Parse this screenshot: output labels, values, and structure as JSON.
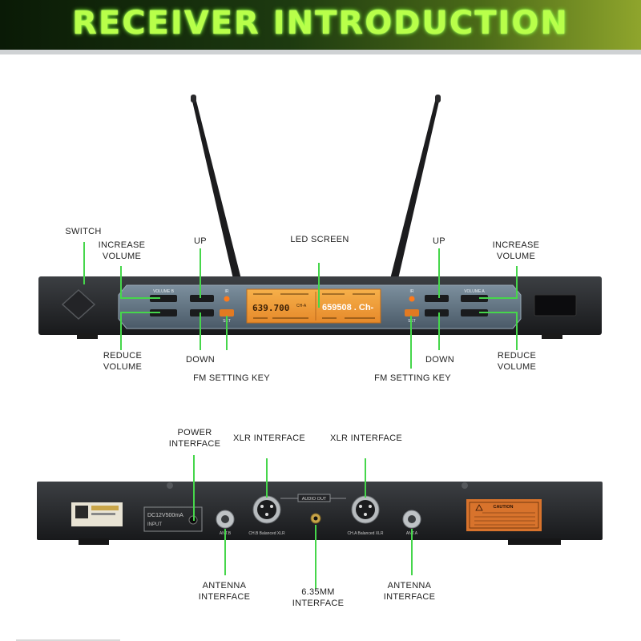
{
  "banner": {
    "title": "RECEIVER INTRODUCTION"
  },
  "front": {
    "labels": {
      "switch": "SWITCH",
      "inc_left": "INCREASE\nVOLUME",
      "up_left": "UP",
      "led": "LED SCREEN",
      "up_right": "UP",
      "inc_right": "INCREASE\nVOLUME",
      "red_left": "REDUCE\nVOLUME",
      "down_left": "DOWN",
      "fm_left": "FM SETTING KEY",
      "fm_right": "FM SETTING KEY",
      "down_right": "DOWN",
      "red_right": "REDUCE\nVOLUME"
    },
    "panel": {
      "vol_b": "VOLUME B",
      "vol_a": "VOLUME A",
      "ir": "IR",
      "set": "SET",
      "lcd_left_freq": "639.700",
      "lcd_left_ch": "CH-A",
      "lcd_right": "659508 . Ch-"
    }
  },
  "rear": {
    "labels": {
      "power": "POWER\nINTERFACE",
      "xlr_left": "XLR INTERFACE",
      "xlr_right": "XLR INTERFACE",
      "ant_left": "ANTENNA\nINTERFACE",
      "jack": "6.35MM\nINTERFACE",
      "ant_right": "ANTENNA\nINTERFACE"
    },
    "panel": {
      "dc": "DC12V500mA",
      "input": "INPUT",
      "ant_b": "ANT.B",
      "chb_xlr": "CH.B Balanced XLR",
      "audio_out": "AUDIO OUT",
      "cha_xlr": "CH.A Balanced XLR",
      "ant_a": "ANT.A",
      "caution": "CAUTION"
    }
  },
  "colors": {
    "accent_green": "#b8ff4a",
    "pointer_green": "#46d64b",
    "lcd_orange": "#f09a38"
  }
}
